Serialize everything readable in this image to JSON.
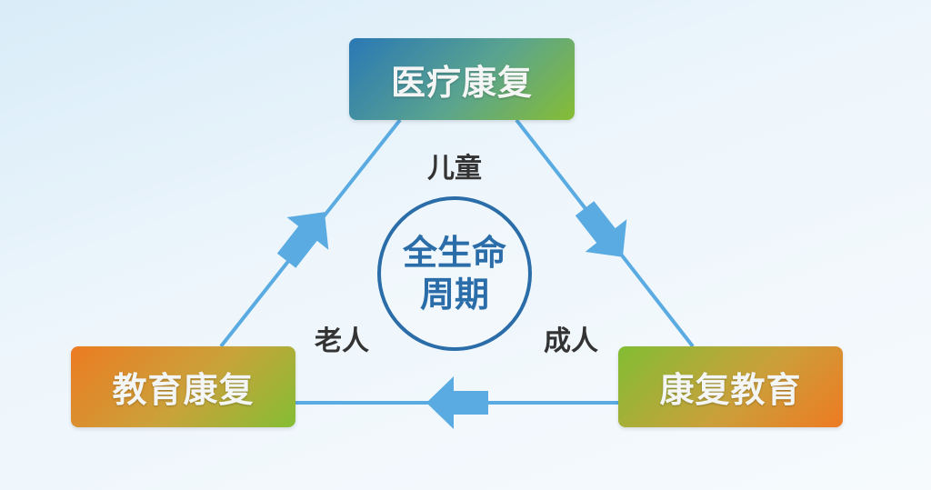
{
  "diagram": {
    "nodes": {
      "top": "医疗康复",
      "bottom_left": "教育康复",
      "bottom_right": "康复教育"
    },
    "center": {
      "line1": "全生命",
      "line2": "周期"
    },
    "stages": {
      "child": "儿童",
      "elder": "老人",
      "adult": "成人"
    },
    "colors": {
      "line": "#5aabe2",
      "arrow": "#5aabe2",
      "circle": "#2a6da8"
    }
  }
}
